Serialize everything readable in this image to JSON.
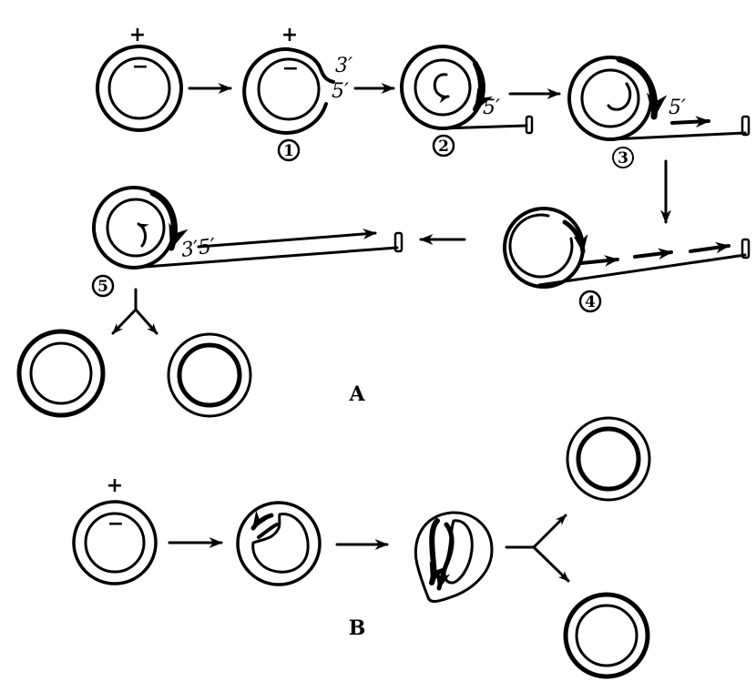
{
  "panels": {
    "a": {
      "label": "A",
      "parent": {
        "outer_sign": "+",
        "inner_sign": "−"
      },
      "stages": [
        {
          "number": "1",
          "outer_sign": "+",
          "inner_sign": "−",
          "end_labels": [
            "3′",
            "5′"
          ]
        },
        {
          "number": "2",
          "end_label": "5′"
        },
        {
          "number": "3",
          "end_label": "5′"
        },
        {
          "number": "4"
        },
        {
          "number": "5",
          "end_label": "3′5′"
        }
      ],
      "daughters": 2
    },
    "b": {
      "label": "B",
      "parent": {
        "outer_sign": "+",
        "inner_sign": "−"
      },
      "daughters": 2
    }
  },
  "colors": {
    "ink": "#000000",
    "background": "#ffffff"
  }
}
